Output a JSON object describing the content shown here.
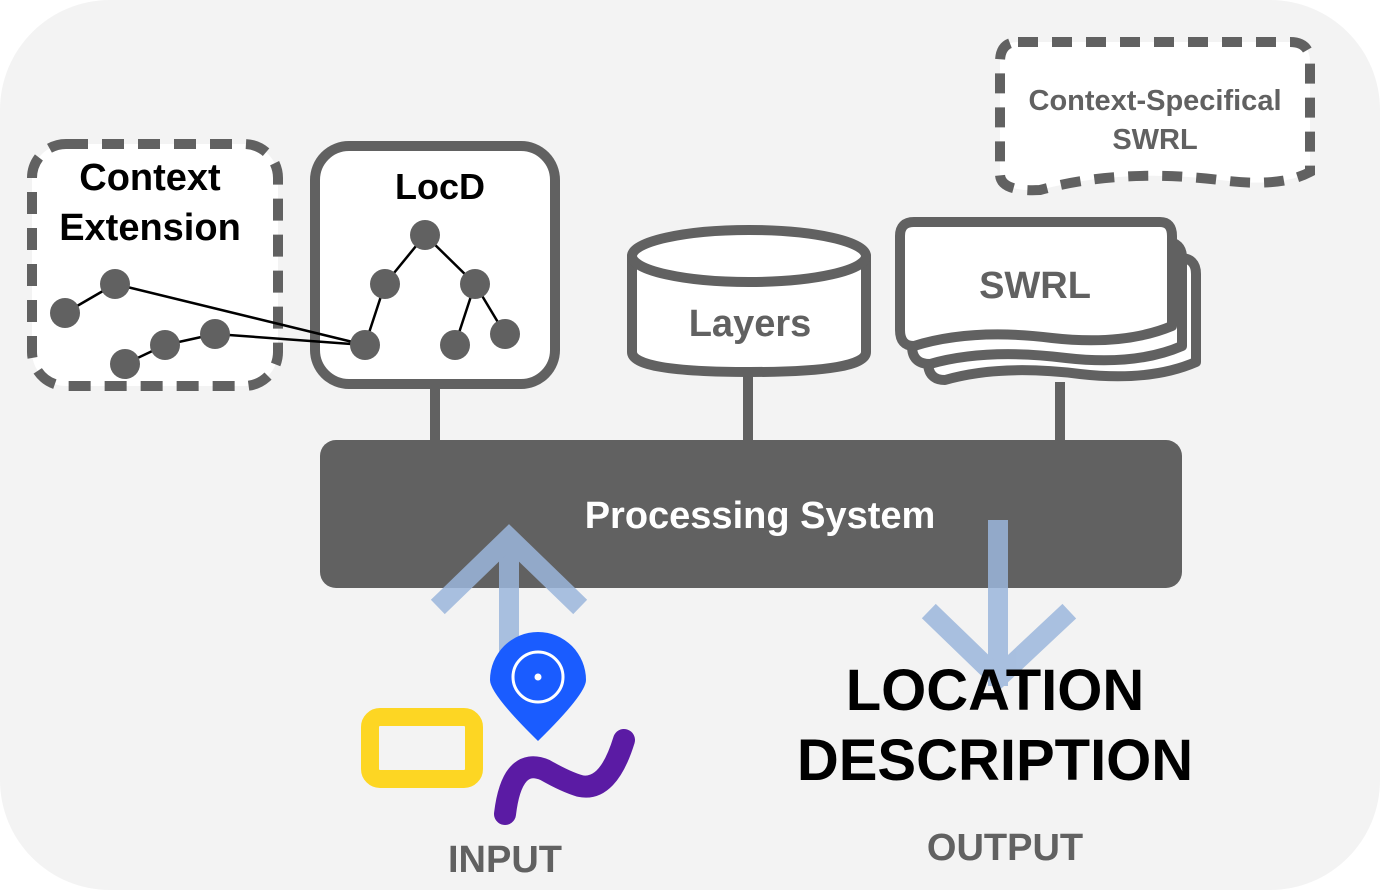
{
  "context_extension": {
    "title_line1": "Context",
    "title_line2": "Extension"
  },
  "locd": {
    "title": "LocD"
  },
  "layers": {
    "label": "Layers"
  },
  "swrl": {
    "label": "SWRL"
  },
  "context_specific_swrl": {
    "line1": "Context-Specifical",
    "line2": "SWRL"
  },
  "processing_system": {
    "label": "Processing System"
  },
  "input": {
    "label": "INPUT"
  },
  "output": {
    "label": "OUTPUT",
    "line1": "LOCATION",
    "line2": "DESCRIPTION"
  },
  "colors": {
    "panel_bg": "#f3f3f3",
    "dark_gray": "#616161",
    "arrow_blue": "#9bb6dc",
    "pin_blue": "#1a5cff",
    "rect_yellow": "#fdd623",
    "squiggle_purple": "#5b1ba4"
  },
  "icons": [
    "map-pin-icon",
    "rectangle-shape-icon",
    "squiggle-line-icon",
    "up-arrow-icon",
    "down-arrow-icon",
    "database-icon",
    "stacked-documents-icon",
    "tree-graph-icon"
  ]
}
